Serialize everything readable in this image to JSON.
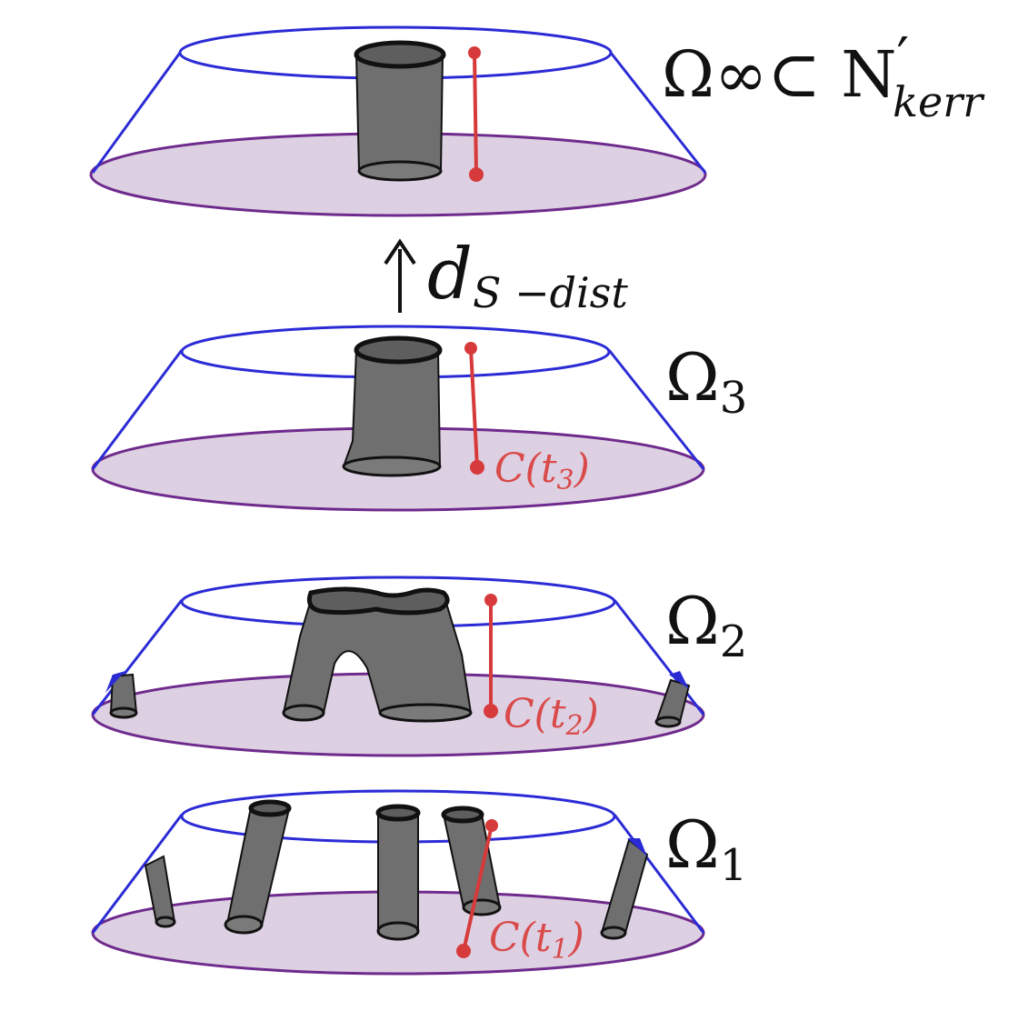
{
  "colors": {
    "rim": "#2b2bd6",
    "base_fill": "#ddd0e2",
    "base_stroke": "#6e2a8c",
    "tube_fill": "#6f6f6f",
    "tube_stroke": "#111111",
    "curve": "#d63a3a",
    "text": "#111111"
  },
  "labels": {
    "omega_inf_main": "Ω∞⊂ N",
    "omega_inf_prime": "′",
    "omega_inf_sub": "kerr",
    "dist_arrow": "↑",
    "dist_d": "d",
    "dist_sub": "S −dist",
    "omega3": "Ω",
    "omega3_sub": "3",
    "omega2": "Ω",
    "omega2_sub": "2",
    "omega1": "Ω",
    "omega1_sub": "1",
    "c3": "C(t",
    "c3_sub": "3",
    "c3_close": ")",
    "c2": "C(t",
    "c2_sub": "2",
    "c2_close": ")",
    "c1": "C(t",
    "c1_sub": "1",
    "c1_close": ")"
  }
}
